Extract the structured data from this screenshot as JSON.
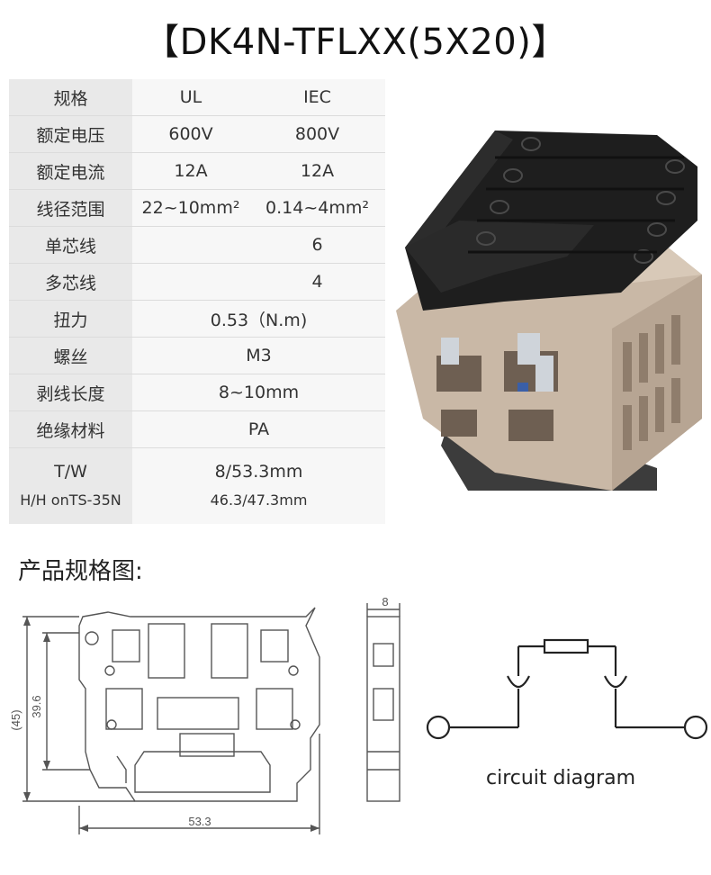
{
  "title": "【DK4N-TFLXX(5X20)】",
  "table": {
    "header": {
      "label": "规格",
      "ul": "UL",
      "iec": "IEC"
    },
    "rows": [
      {
        "label": "额定电压",
        "ul": "600V",
        "iec": "800V"
      },
      {
        "label": "额定电流",
        "ul": "12A",
        "iec": "12A"
      },
      {
        "label": "线径范围",
        "ul": "22~10mm²",
        "iec": "0.14~4mm²"
      },
      {
        "label": "单芯线",
        "ul": "",
        "iec": "6"
      },
      {
        "label": "多芯线",
        "ul": "",
        "iec": "4"
      },
      {
        "label": "扭力",
        "value": "0.53（N.m)"
      },
      {
        "label": "螺丝",
        "value": "M3"
      },
      {
        "label": "剥线长度",
        "value": "8~10mm"
      },
      {
        "label": "绝缘材料",
        "value": "PA"
      }
    ],
    "last": {
      "label1": "T/W",
      "label2": "H/H onTS-35N",
      "value1": "8/53.3mm",
      "value2": "46.3/47.3mm"
    }
  },
  "section_title": "产品规格图:",
  "dimensions": {
    "outer_height": "(45)",
    "inner_height": "39.6",
    "width": "53.3",
    "thickness": "8"
  },
  "circuit_label": "circuit diagram",
  "colors": {
    "label_bg": "#e9e9e9",
    "value_bg": "#f7f7f7",
    "housing": "#c9b8a6",
    "lever": "#1e1e1e"
  }
}
